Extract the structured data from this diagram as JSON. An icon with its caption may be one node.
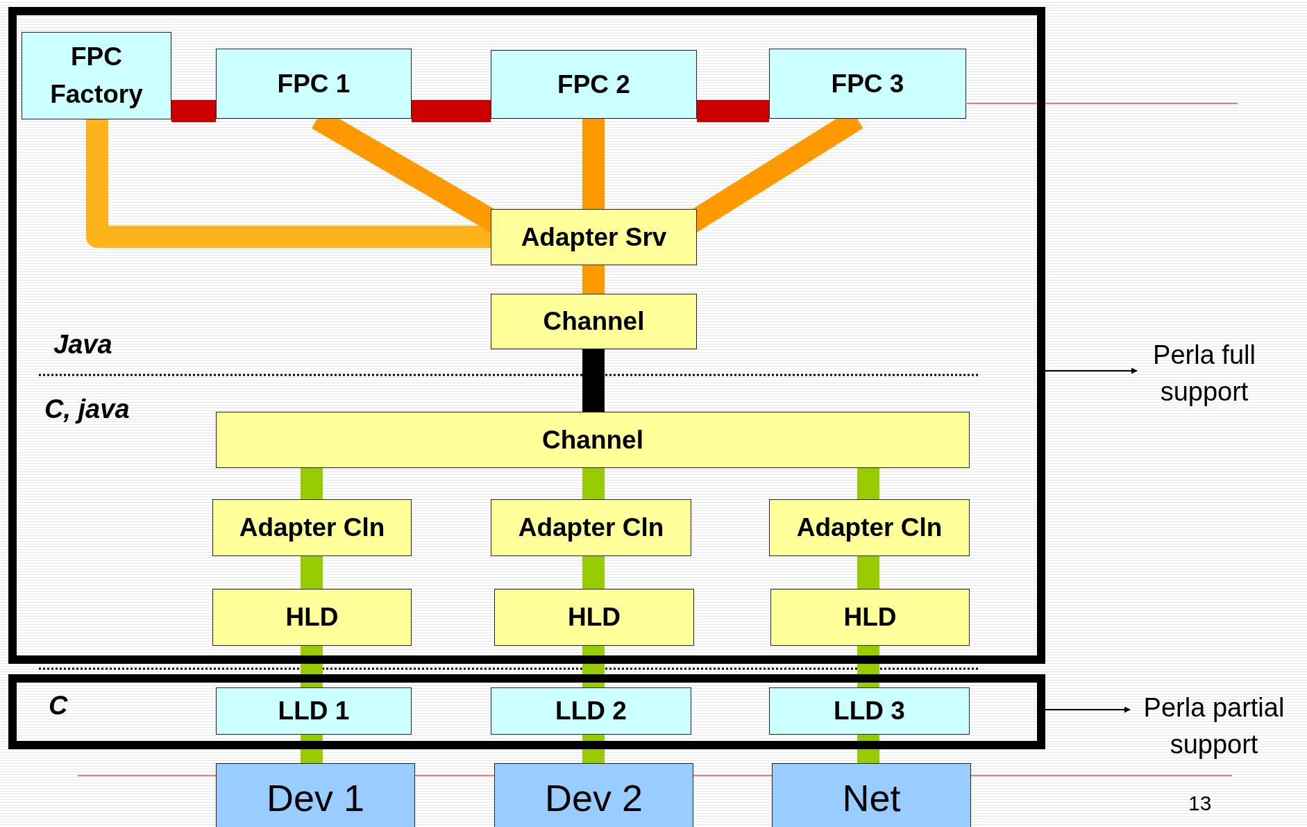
{
  "diagram": {
    "nodes": [
      {
        "text": [],
        "shape": "box"
      },
      {
        "text": [
          "FPC Factory"
        ],
        "in": 0
      },
      {
        "text": [
          "FPC 1"
        ],
        "in": 0
      },
      {
        "text": [
          "FPC 2"
        ],
        "in": 0
      },
      {
        "text": [
          "FPC 3"
        ],
        "in": 0
      },
      {
        "text": [
          "Adapter Srv"
        ],
        "in": 0
      },
      {
        "text": [
          "Channel"
        ],
        "in": 0
      },
      {
        "text": [
          "Channel"
        ],
        "in": 0
      },
      {
        "text": [
          "Adapter Cln"
        ],
        "in": 0
      },
      {
        "text": [
          "Adapter Cln"
        ],
        "in": 0
      },
      {
        "text": [
          "Adapter Cln"
        ],
        "in": 0
      },
      {
        "text": [
          "HLD"
        ],
        "in": 0
      },
      {
        "text": [
          "HLD"
        ],
        "in": 0
      },
      {
        "text": [
          "HLD"
        ],
        "in": 0
      },
      {
        "text": [
          "Perla full support"
        ]
      },
      {
        "text": [],
        "shape": "box"
      },
      {
        "text": [
          "LLD 1"
        ],
        "in": 15
      },
      {
        "text": [
          "LLD 2"
        ],
        "in": 15
      },
      {
        "text": [
          "LLD 3"
        ],
        "in": 15
      },
      {
        "text": [
          "Perla partial support"
        ]
      },
      {
        "text": [
          "Dev 1"
        ]
      },
      {
        "text": [
          "Dev 2"
        ]
      },
      {
        "text": [
          "Net"
        ]
      }
    ],
    "edges": [
      {
        "from": 1,
        "to": 2,
        "arrow": "none",
        "color": "#cc0000"
      },
      {
        "from": 2,
        "to": 3,
        "arrow": "none",
        "color": "#cc0000"
      },
      {
        "from": 3,
        "to": 4,
        "arrow": "none",
        "color": "#cc0000"
      },
      {
        "from": 1,
        "to": 5,
        "arrow": "none",
        "color": "#ffb31a"
      },
      {
        "from": 2,
        "to": 5,
        "arrow": "none",
        "color": "#ff9900"
      },
      {
        "from": 3,
        "to": 5,
        "arrow": "none",
        "color": "#ff9900"
      },
      {
        "from": 4,
        "to": 5,
        "arrow": "none",
        "color": "#ff9900"
      },
      {
        "from": 5,
        "to": 6,
        "arrow": "none",
        "color": "#ff9900"
      },
      {
        "from": 6,
        "to": 7,
        "arrow": "none",
        "color": "#000000"
      },
      {
        "from": 7,
        "to": 8,
        "arrow": "none"
      },
      {
        "from": 7,
        "to": 9,
        "arrow": "none"
      },
      {
        "from": 7,
        "to": 10,
        "arrow": "none"
      },
      {
        "from": 8,
        "to": 11,
        "arrow": "none"
      },
      {
        "from": 9,
        "to": 12,
        "arrow": "none"
      },
      {
        "from": 10,
        "to": 13,
        "arrow": "none"
      },
      {
        "from": 11,
        "to": 16,
        "arrow": "none"
      },
      {
        "from": 12,
        "to": 17,
        "arrow": "none"
      },
      {
        "from": 13,
        "to": 18,
        "arrow": "none"
      },
      {
        "from": 16,
        "to": 20,
        "arrow": "none"
      },
      {
        "from": 17,
        "to": 21,
        "arrow": "none"
      },
      {
        "from": 18,
        "to": 22,
        "arrow": "none"
      },
      {
        "from": 0,
        "to": 14,
        "arrow": "to",
        "color": "#000000"
      },
      {
        "from": 15,
        "to": 19,
        "arrow": "to",
        "color": "#000000"
      }
    ],
    "labels": [
      "Java",
      "C, java",
      "C",
      "13"
    ]
  }
}
